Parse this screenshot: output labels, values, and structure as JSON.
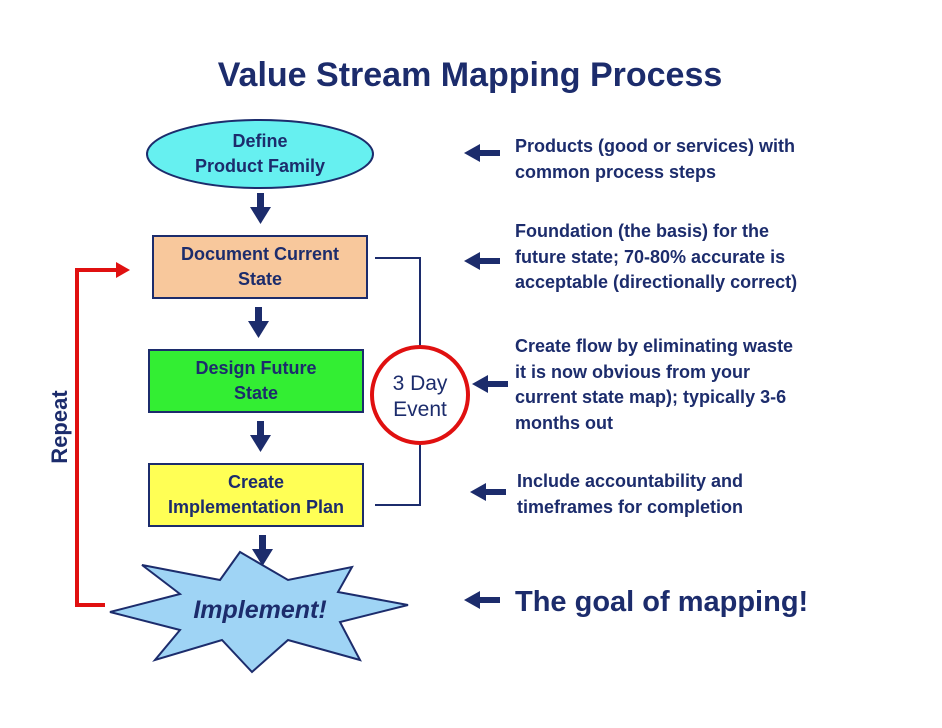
{
  "title": "Value Stream Mapping Process",
  "steps": {
    "define": "Define\nProduct Family",
    "current": "Document Current\nState",
    "future": "Design Future\nState",
    "plan": "Create\nImplementation Plan",
    "implement": "Implement!"
  },
  "event_label": "3 Day\nEvent",
  "repeat_label": "Repeat",
  "descriptions": [
    "Products (good or services) with\ncommon process steps",
    "Foundation (the basis) for the\nfuture state; 70-80% accurate is\nacceptable (directionally correct)",
    "Create flow by eliminating waste\nit is now obvious from your\ncurrent state map); typically 3-6\nmonths out",
    "Include accountability and\ntimeframes for completion"
  ],
  "goal": "The goal of mapping!",
  "colors": {
    "navy": "#1c2c6c",
    "define_fill": "#66f0f0",
    "current_fill": "#f8c89c",
    "future_fill": "#33ee33",
    "plan_fill": "#ffff55",
    "burst_fill": "#9fd4f5",
    "repeat_red": "#e01010",
    "event_circle": "#e01010"
  }
}
